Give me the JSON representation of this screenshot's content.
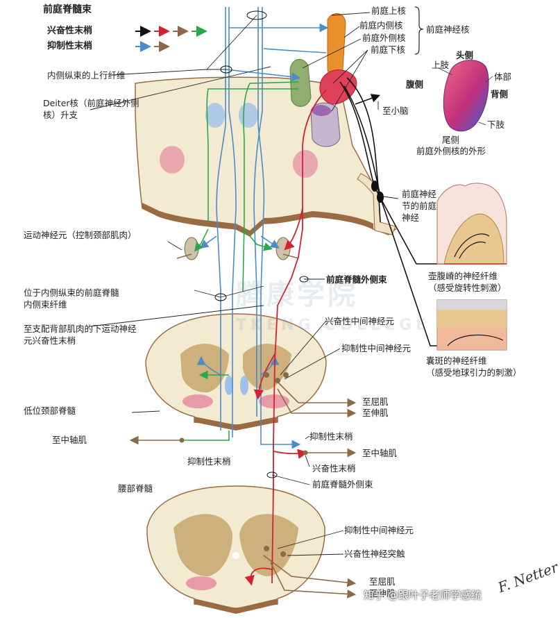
{
  "title": "前庭脊髓束",
  "legend": {
    "excitatory_label": "兴奋性末梢",
    "inhibitory_label": "抑制性末梢"
  },
  "colors": {
    "excitatory": [
      "#111111",
      "#d42030",
      "#8b6a4a",
      "#2aa84a"
    ],
    "inhibitory": [
      "#4a8cc8",
      "#8b6a4a"
    ],
    "tissue": "#f3ead2",
    "gray_matter": "#c9aa72",
    "cut_edge": "#9a6b43",
    "superior_nucleus": "#e8902c",
    "medial_nucleus": "#8fae70",
    "lateral_nucleus": "#e0405a",
    "inferior_nucleus": "#b090b8"
  },
  "labels": {
    "superior_nucleus": "前庭上核",
    "medial_nucleus": "前庭内侧核",
    "lateral_nucleus": "前庭外侧核",
    "inferior_nucleus": "前庭下核",
    "vestibular_nuclei": "前庭神经核",
    "mlf_ascending": "内侧纵束的上行纤维",
    "deiters_line1": "Deiter核（前庭神经外侧",
    "deiters_line2": "核）升支",
    "to_cerebellum": "至小脑",
    "head": "头侧",
    "upper_limb": "上肢",
    "trunk": "体部",
    "ventral": "腹侧",
    "dorsal": "背侧",
    "lower_limb": "下肢",
    "caudal": "尾侧",
    "lateral_shape": "前庭外侧核的外形",
    "ganglion_line1": "前庭神经",
    "ganglion_line2": "节的前庭",
    "ganglion_line3": "神经",
    "motor_neuron": "运动神经元（控制颈部肌肉）",
    "lateral_tract": "前庭脊髓外侧束",
    "medial_tract_line1": "位于内侧纵束的前庭脊髓",
    "medial_tract_line2": "内侧束纤维",
    "ampulla_line1": "壶腹嵴的神经纤维",
    "ampulla_line2": "（感受旋转性刺激）",
    "dorsal_motor_line1": "至支配背部肌肉的下运动神经",
    "dorsal_motor_line2": "元兴奋性末梢",
    "excitatory_interneuron": "兴奋性中间神经元",
    "inhibitory_interneuron": "抑制性中间神经元",
    "macula_line1": "囊斑的神经纤维",
    "macula_line2": "（感受地球引力的刺激）",
    "lower_cervical": "低位颈部脊髓",
    "to_flexor": "至屈肌",
    "to_extensor": "至伸肌",
    "to_axial_left": "至中轴肌",
    "inhibitory_terminal": "抑制性末梢",
    "to_axial_right": "至中轴肌",
    "excitatory_terminal": "兴奋性末梢",
    "lateral_tract_2": "前庭脊髓外侧束",
    "lumbar": "腰部脊髓",
    "inhibitory_interneuron_2": "抑制性中间神经元",
    "excitatory_synapse": "兴奋性神经突触",
    "to_flexor_2": "至屈肌",
    "to_extensor_2": "至伸肌"
  },
  "watermark": {
    "cn": "腾康学院",
    "en": "TKENG COLLEGE"
  },
  "credit": "知乎 @跟叶子老师学感统",
  "signature": "F. Netter M.D."
}
